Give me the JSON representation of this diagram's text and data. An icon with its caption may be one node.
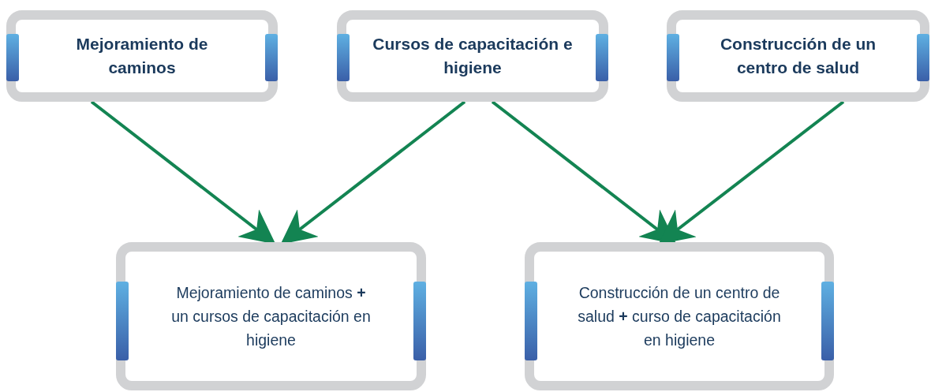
{
  "diagram": {
    "nodes": [
      {
        "text": [
          "Mejoramiento de caminos"
        ]
      },
      {
        "text": [
          "Cursos de capacitación e higiene"
        ]
      },
      {
        "text": [
          "Construcción de un centro de salud"
        ]
      },
      {
        "text": [
          "Mejoramiento de caminos **+** un cursos de capacitación en higiene"
        ]
      },
      {
        "text": [
          "Construcción de un centro de salud **+** curso de capacitación en higiene"
        ]
      }
    ],
    "edges": [
      {
        "from": 0,
        "to": 3,
        "arrow": "to"
      },
      {
        "from": 1,
        "to": 3,
        "arrow": "to"
      },
      {
        "from": 1,
        "to": 4,
        "arrow": "to"
      },
      {
        "from": 2,
        "to": 4,
        "arrow": "to"
      }
    ]
  }
}
